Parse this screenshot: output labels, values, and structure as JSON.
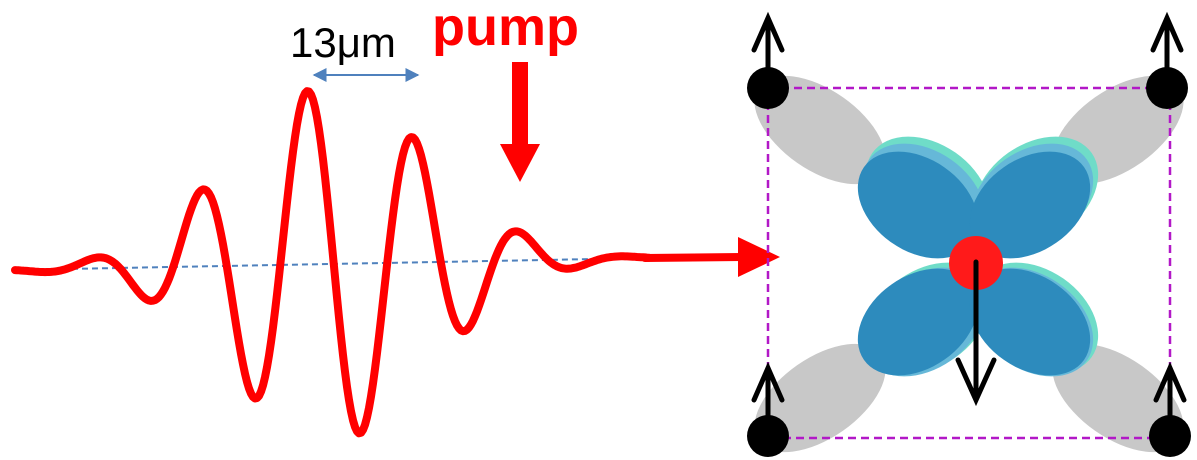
{
  "labels": {
    "wavelength": "13μm",
    "pump": "pump"
  },
  "colors": {
    "pulse": "#ff0000",
    "axis": "#4f81bd",
    "span_arrow": "#4f81bd",
    "cell_border": "#b218c7",
    "corner_lobe": "#c8c8c8",
    "orbital_front": "#2d8bbd",
    "orbital_mid": "#66b8d8",
    "orbital_back": "#6fdcc8",
    "center_atom": "#ff1a1a",
    "spin": "#000000"
  },
  "icons": {
    "corner_atom": "black-dot",
    "spin": "arrow",
    "pump_pointer": "down-arrow"
  }
}
